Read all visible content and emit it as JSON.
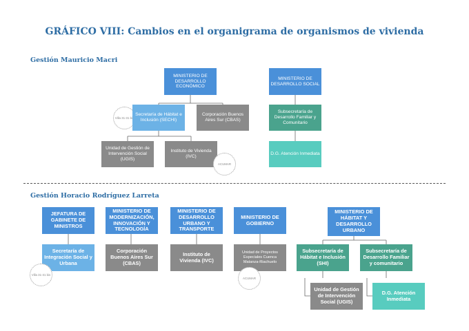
{
  "title": "GRÁFICO VIII: Cambios en el organigrama de organismos de vivienda",
  "macri": {
    "heading": "Gestión Mauricio Macri",
    "min_econ": "MINISTERIO DE DESARROLLO ECONÓMICO",
    "min_social": "MINISTERIO DE DESARROLLO SOCIAL",
    "sechi": "Secretaría de Hábitat e Inclusión (SECHI)",
    "cbas": "Corporación Buenos Aires Sur (CBAS)",
    "subsec_social": "Subsecretaría de Desarrollo Familiar y Comunitario",
    "ugis": "Unidad de Gestión de Intervención Social (UGIS)",
    "ivc": "Instituto de Vivienda (IVC)",
    "dg": "D.G. Atención Inmediata",
    "badge_villa": "Villa 31-31 bis",
    "badge_acumar": "ACUMAR"
  },
  "larreta": {
    "heading": "Gestión Horacio Rodríguez Larreta",
    "jefatura": "JEFATURA DE GABINETE DE MINISTROS",
    "min_modern": "MINISTERIO DE MODERNIZACIÓN, INNOVACIÓN Y TECNOLOGÍA",
    "min_urbano": "MINISTERIO DE DESARROLLO URBANO Y TRANSPORTE",
    "min_gob": "MINISTERIO DE GOBIERNO",
    "min_habitat": "MINISTERIO DE HÁBITAT Y DESARROLLO URBANO",
    "sec_integracion": "Secretaría de Integración Social y Urbana",
    "cbas": "Corporación Buenos Aires Sur (CBAS)",
    "ivc": "Instituto de Vivienda (IVC)",
    "unidad_proyectos": "Unidad de Proyectos Especiales Cuenca Matanza-Riachuelo",
    "shi": "Subsecretaría de Hábitat e Inclusión (SHI)",
    "subsec_familiar": "Subsecretaría de Desarrollo Familiar y comunitario",
    "ugis": "Unidad de Gestión de Intervención Social (UGIS)",
    "dg": "D.G. Atención Inmediata",
    "badge_villa": "Villa 31-31 bis",
    "badge_acumar": "ACUMAR"
  },
  "colors": {
    "ministry": "#4a90d9",
    "secretaria": "#6cb2e6",
    "organismo": "#8a8a8a",
    "social": "#4aa38d",
    "atencion": "#58ccbf",
    "title": "#2e6da4"
  }
}
